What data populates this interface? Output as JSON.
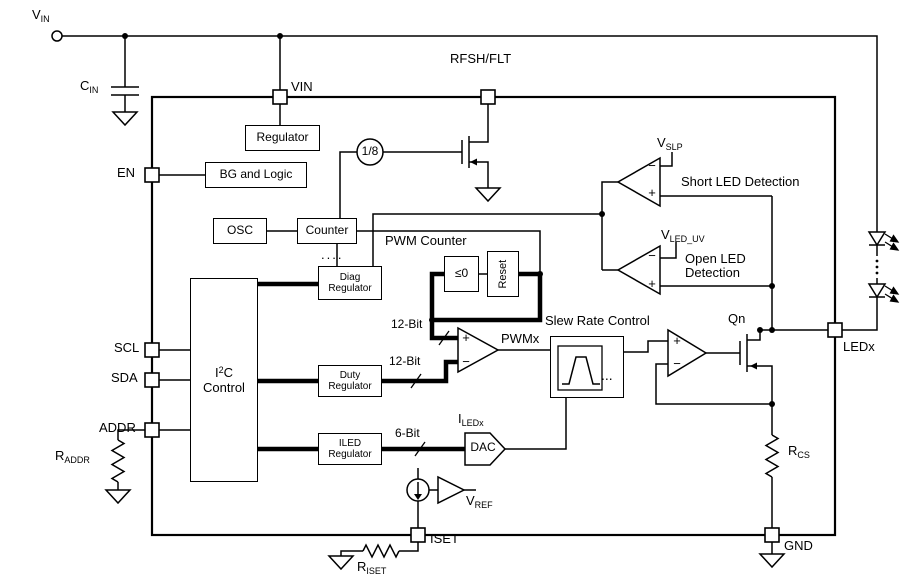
{
  "colors": {
    "ink": "#000000",
    "bg": "#ffffff"
  },
  "pins": {
    "vin": "VIN",
    "rfsh_flt": "RFSH/FLT",
    "en": "EN",
    "scl": "SCL",
    "sda": "SDA",
    "addr": "ADDR",
    "ledx": "LEDx",
    "iset": "ISET",
    "gnd": "GND"
  },
  "blocks": {
    "regulator": "Regulator",
    "bg_logic": "BG and Logic",
    "osc": "OSC",
    "counter": "Counter",
    "diag": {
      "line1": "Diag",
      "line2": "Regulator"
    },
    "duty": {
      "line1": "Duty",
      "line2": "Regulator"
    },
    "iled": {
      "line1": "ILED",
      "line2": "Regulator"
    },
    "i2c": {
      "base1": "I",
      "sup": "2",
      "base2": "C",
      "line2": "Control"
    },
    "dac": "DAC",
    "reset": "Reset",
    "le_zero": "≤0",
    "one_eighth": "1/8",
    "slew_label": "Slew Rate Control"
  },
  "labels": {
    "vin_src": {
      "base": "V",
      "sub": "IN"
    },
    "cin": {
      "base": "C",
      "sub": "IN"
    },
    "raddr": {
      "base": "R",
      "sub": "ADDR"
    },
    "vslp": {
      "base": "V",
      "sub": "SLP"
    },
    "vled_uv": {
      "base": "V",
      "sub": "LED_UV"
    },
    "iledx": {
      "base": "I",
      "sub": "LEDx"
    },
    "rcs": {
      "base": "R",
      "sub": "CS"
    },
    "riset": {
      "base": "R",
      "sub": "ISET"
    },
    "vref": {
      "base": "V",
      "sub": "REF"
    },
    "pwm_counter": "PWM Counter",
    "pwmx": "PWMx",
    "qn": "Qn",
    "bit12": "12-Bit",
    "bit6": "6-Bit",
    "short_det": "Short LED Detection",
    "open_det_line1": "Open LED",
    "open_det_line2": "Detection",
    "dots_row": "....",
    "dots_ellipsis": "..."
  },
  "signs": {
    "plus": "+",
    "minus": "−"
  }
}
